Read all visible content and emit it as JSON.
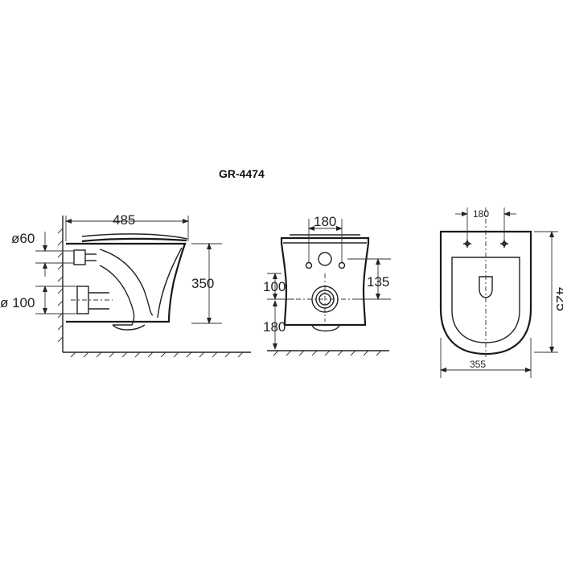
{
  "title": "GR-4474",
  "side_view": {
    "width_label": "485",
    "height_label": "350",
    "inlet_diameter_label": "ø60",
    "outlet_diameter_label": "ø 100"
  },
  "front_view": {
    "bolt_spacing_label": "180",
    "outlet_height_label": "100",
    "floor_height_label": "180",
    "inlet_height_label": "135"
  },
  "top_view": {
    "bolt_spacing_label": "180",
    "depth_label": "425",
    "width_label": "355"
  }
}
